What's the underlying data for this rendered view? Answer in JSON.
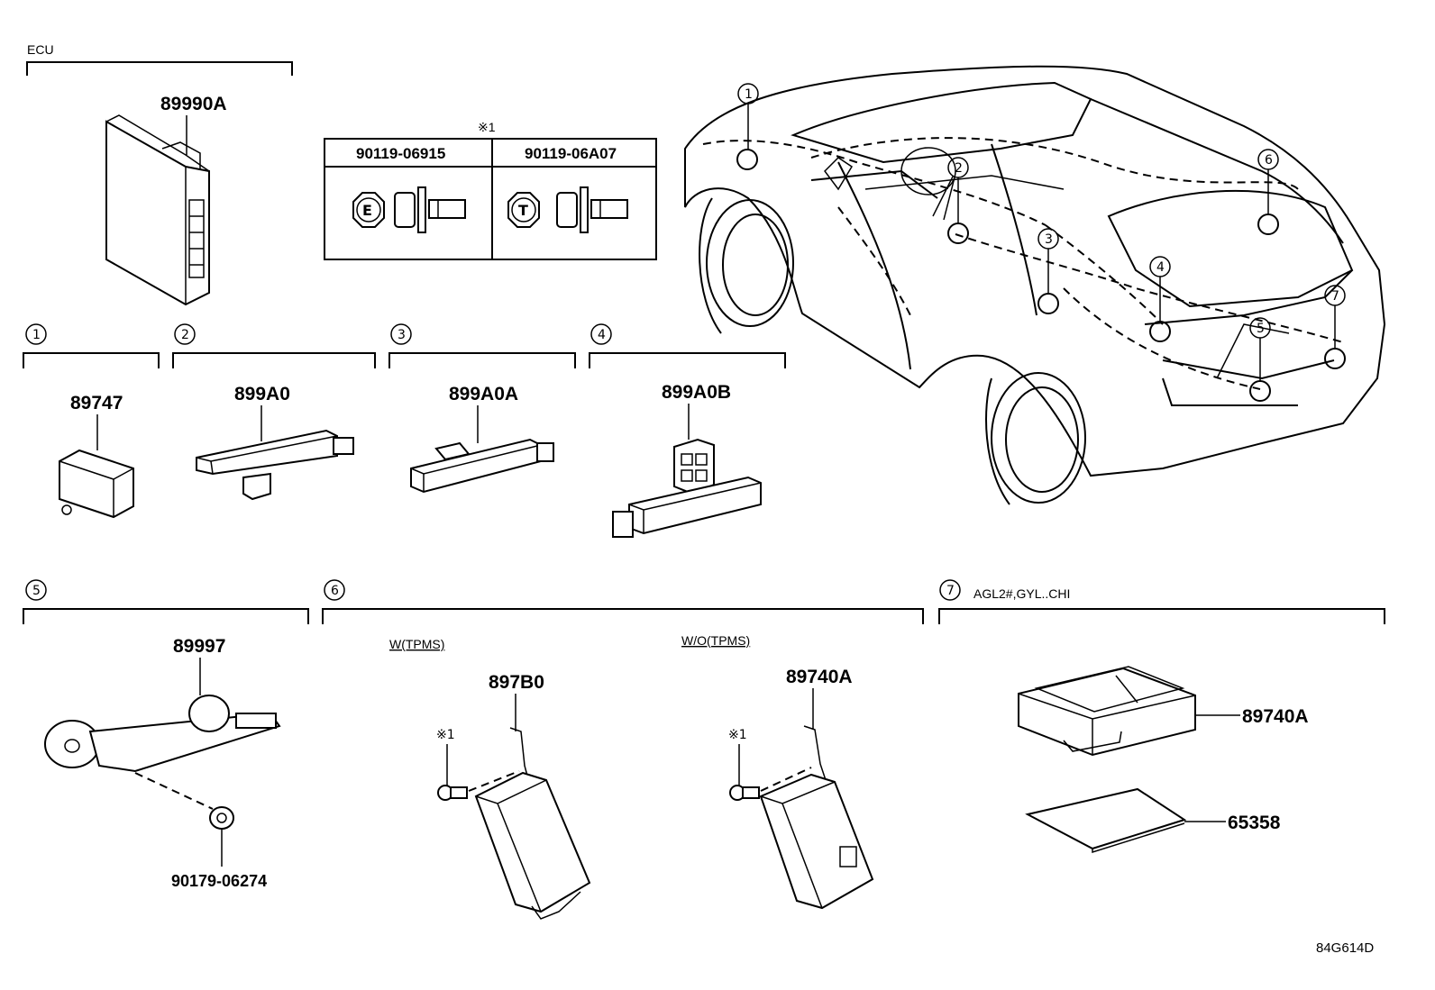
{
  "header": {
    "ecu_label": "ECU"
  },
  "ecu_part": "89990A",
  "bolt_table": {
    "title": "※1",
    "columns": [
      {
        "part_no": "90119-06915",
        "head_mark": "E"
      },
      {
        "part_no": "90119-06A07",
        "head_mark": "T"
      }
    ]
  },
  "groups": [
    {
      "id": "1",
      "parts": [
        "89747"
      ]
    },
    {
      "id": "2",
      "parts": [
        "899A0"
      ]
    },
    {
      "id": "3",
      "parts": [
        "899A0A"
      ]
    },
    {
      "id": "4",
      "parts": [
        "899A0B"
      ]
    },
    {
      "id": "5",
      "parts": [
        "89997",
        "90179-06274"
      ]
    },
    {
      "id": "6",
      "variants": [
        {
          "label": "W(TPMS)",
          "part": "897B0",
          "ref": "※1"
        },
        {
          "label": "W/O(TPMS)",
          "part": "89740A",
          "ref": "※1"
        }
      ]
    },
    {
      "id": "7",
      "note": "AGL2#,GYL..CHI",
      "parts": [
        "89740A",
        "65358"
      ]
    }
  ],
  "car_callouts": [
    "1",
    "2",
    "3",
    "4",
    "5",
    "6",
    "7"
  ],
  "diagram_code": "84G614D"
}
